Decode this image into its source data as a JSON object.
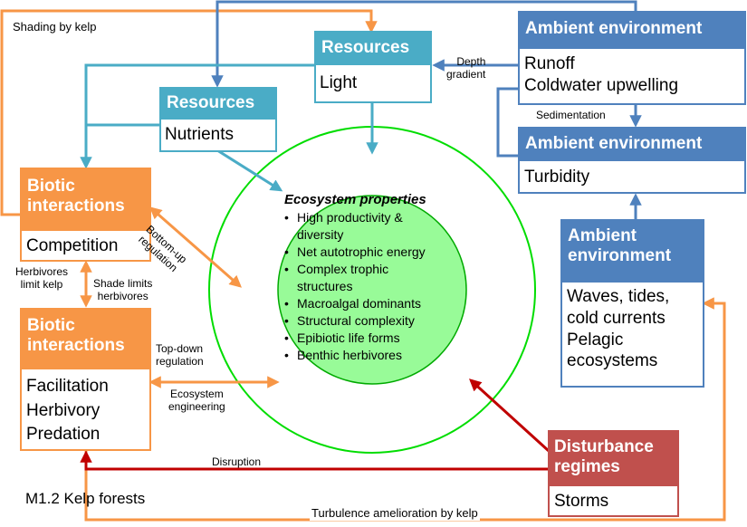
{
  "boxes": {
    "resources_light": {
      "header": "Resources",
      "body": [
        "Light"
      ]
    },
    "resources_nutrients": {
      "header": "Resources",
      "body": [
        "Nutrients"
      ]
    },
    "ambient_runoff": {
      "header": "Ambient environment",
      "body": [
        "Runoff",
        "Coldwater upwelling"
      ]
    },
    "ambient_turbidity": {
      "header": "Ambient environment",
      "body": [
        "Turbidity"
      ]
    },
    "ambient_waves": {
      "header": [
        "Ambient",
        "environment"
      ],
      "body": [
        "Waves, tides,",
        "cold currents",
        "Pelagic",
        "ecosystems"
      ]
    },
    "biotic_competition": {
      "header": [
        "Biotic",
        "interactions"
      ],
      "body": [
        "Competition"
      ]
    },
    "biotic_facilitation": {
      "header": [
        "Biotic",
        "interactions"
      ],
      "body": [
        "Facilitation",
        "Herbivory",
        "Predation"
      ]
    },
    "disturbance": {
      "header": [
        "Disturbance",
        "regimes"
      ],
      "body": [
        "Storms"
      ]
    }
  },
  "ecosystem": {
    "title": "Ecosystem properties",
    "items": [
      [
        "High productivity &",
        "diversity"
      ],
      [
        "Net autotrophic energy"
      ],
      [
        "Complex trophic",
        "structures"
      ],
      [
        "Macroalgal dominants"
      ],
      [
        "Structural complexity"
      ],
      [
        "Epibiotic life forms"
      ],
      [
        "Benthic herbivores"
      ]
    ]
  },
  "labels": {
    "shading": "Shading by kelp",
    "depth_1": "Depth",
    "depth_2": "gradient",
    "sedimentation": "Sedimentation",
    "bottom_up_1": "Bottom-up",
    "bottom_up_2": "regulation",
    "herbivores_limit_1": "Herbivores",
    "herbivores_limit_2": "limit kelp",
    "shade_limits_1": "Shade limits",
    "shade_limits_2": "herbivores",
    "top_down_1": "Top-down",
    "top_down_2": "regulation",
    "eco_eng_1": "Ecosystem",
    "eco_eng_2": "engineering",
    "disruption": "Disruption",
    "turbulence": "Turbulence amelioration by kelp",
    "code": "M1.2 Kelp forests"
  },
  "colors": {
    "teal": "#4aacc6",
    "blue": "#4f81bd",
    "orange": "#f79646",
    "red_box": "#c0504d",
    "dark_red": "#c00000",
    "green_fill": "#98fb98",
    "green_ring": "#00dd00"
  }
}
